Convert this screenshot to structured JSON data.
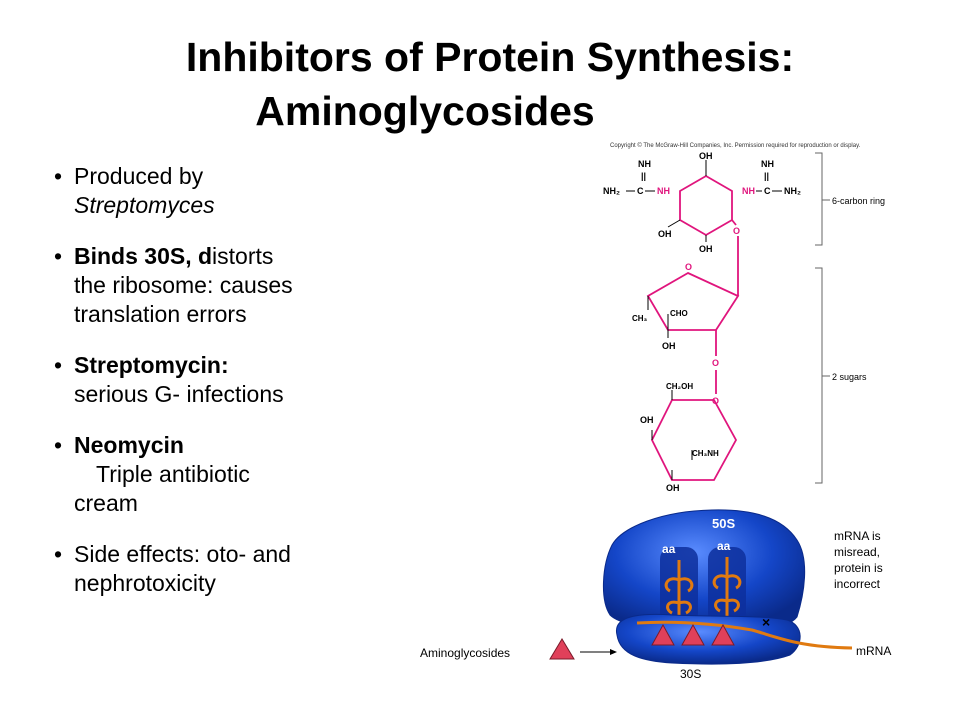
{
  "slide": {
    "title_line1": "Inhibitors of Protein Synthesis:",
    "title_line2": "Aminoglycosides"
  },
  "bullets": {
    "b1_text": "Produced by",
    "b1_organism": "Streptomyces",
    "b2_bold": "Binds 30S, d",
    "b2_rest": "istorts",
    "b2_line2": "the ribosome: causes",
    "b2_line3": "translation errors",
    "b3_bold": "Streptomycin:",
    "b3_line2": "serious G- infections",
    "b4_bold": "Neomycin",
    "b4_line2": "Triple antibiotic",
    "b4_line3": "cream",
    "b5_line1": "Side effects: oto- and",
    "b5_line2": "nephrotoxicity"
  },
  "structure": {
    "copyright": "Copyright © The McGraw-Hill Companies, Inc. Permission required for reproduction or display.",
    "label_ring": "6-carbon ring",
    "label_sugars": "2 sugars",
    "nh": "NH",
    "eq": "||",
    "nh2_left": "NH₂",
    "c": "C",
    "nh_pink": "NH",
    "oh": "OH",
    "o": "O",
    "ch3": "CH₃",
    "cho": "CHO",
    "ch2oh": "CH₂OH",
    "ch3nh": "CH₃NH",
    "nh2_right": "NH₂"
  },
  "ribosome": {
    "large_subunit": "50S",
    "small_subunit": "30S",
    "aa1": "aa",
    "aa2": "aa",
    "note_line1": "mRNA is",
    "note_line2": "misread,",
    "note_line3": "protein is",
    "note_line4": "incorrect",
    "drug_label": "Aminoglycosides",
    "mrna_label": "mRNA",
    "error_mark": "×"
  },
  "colors": {
    "pink": "#e0157d",
    "ribosome_blue": "#1446c8",
    "trna_orange": "#e07a10",
    "drug_red": "#e0405a"
  }
}
